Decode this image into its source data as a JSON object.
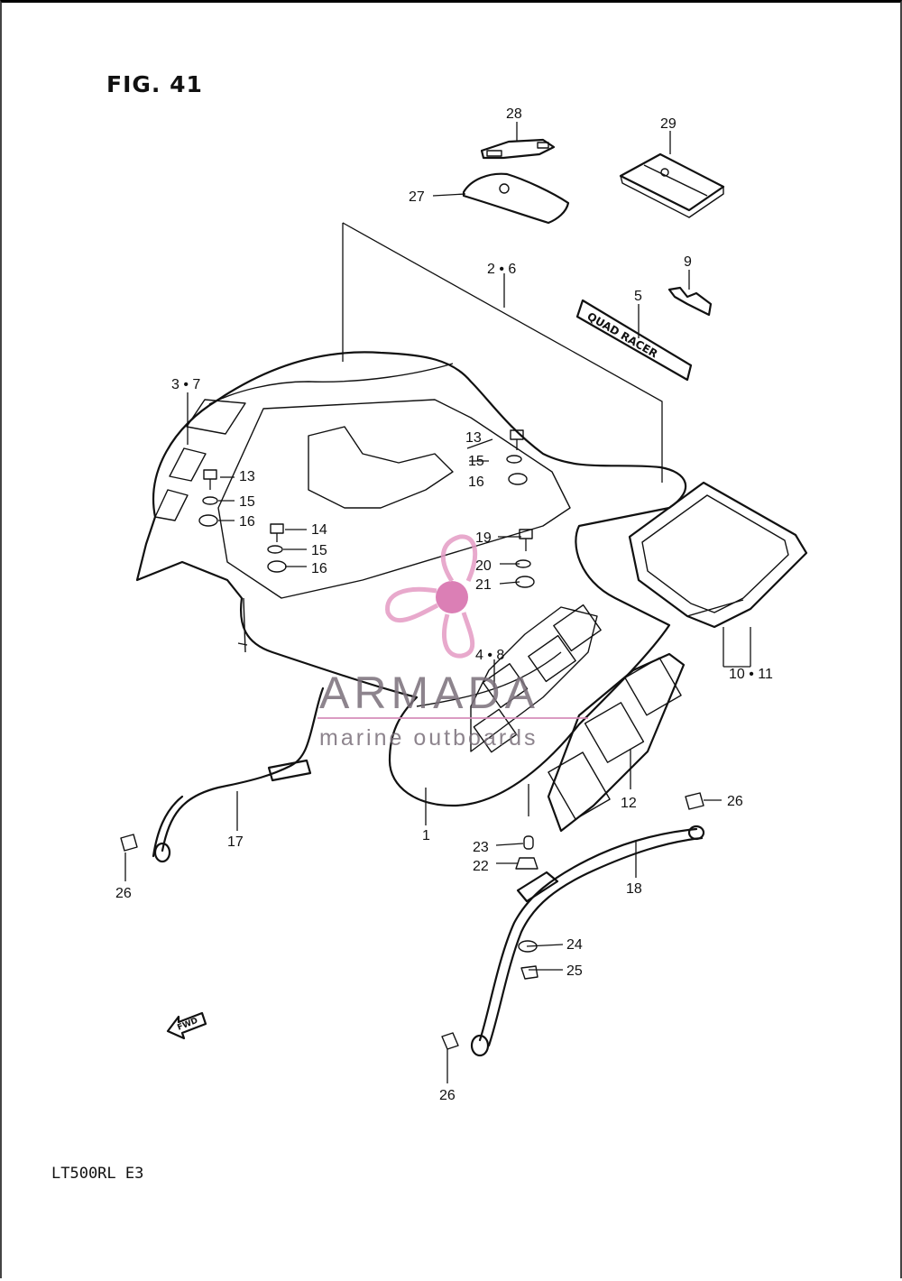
{
  "figure": {
    "title": "FIG. 41",
    "model": "LT500RL  E3",
    "fwd_label": "FWD"
  },
  "parts": {
    "emblem_text": "QUAD RACER"
  },
  "callouts": {
    "c1": "1",
    "c2_6": "2 • 6",
    "c3_7": "3 • 7",
    "c4_8": "4 • 8",
    "c5": "5",
    "c9": "9",
    "c10_11": "10 • 11",
    "c12": "12",
    "c13": "13",
    "c14": "14",
    "c15": "15",
    "c16": "16",
    "c17": "17",
    "c18": "18",
    "c19": "19",
    "c20": "20",
    "c21": "21",
    "c22": "22",
    "c23": "23",
    "c24": "24",
    "c25": "25",
    "c26": "26",
    "c27": "27",
    "c28": "28",
    "c29": "29"
  },
  "watermark": {
    "brand": "ARMADA",
    "tagline": "marine outboards",
    "accent_color": "#d0589e"
  }
}
